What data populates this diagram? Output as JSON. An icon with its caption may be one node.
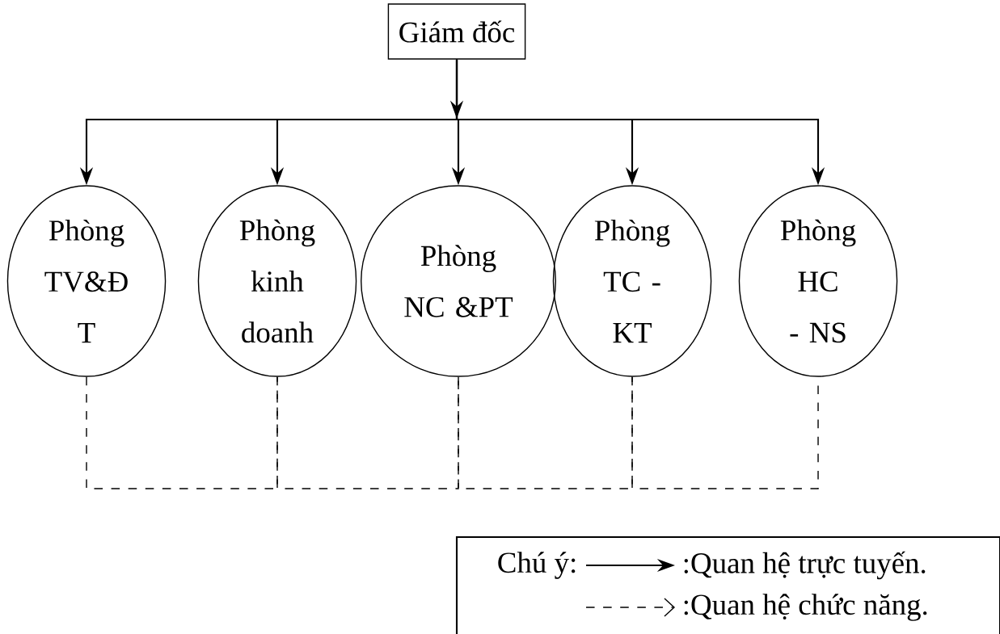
{
  "diagram": {
    "nodes": [
      {
        "text": [
          "Giám đốc"
        ]
      },
      {
        "text": [
          "Phòng TV&Đ T"
        ]
      },
      {
        "text": [
          "Phòng kinh doanh"
        ]
      },
      {
        "text": [
          "Phòng NC &PT"
        ]
      },
      {
        "text": [
          "Phòng TC - KT"
        ]
      },
      {
        "text": [
          "Phòng HC - NS"
        ]
      }
    ],
    "edges": [
      {
        "from": 0,
        "to": 1,
        "arrow": "to"
      },
      {
        "from": 0,
        "to": 2,
        "arrow": "to"
      },
      {
        "from": 0,
        "to": 3,
        "arrow": "to"
      },
      {
        "from": 0,
        "to": 4,
        "arrow": "to"
      },
      {
        "from": 0,
        "to": 5,
        "arrow": "to"
      },
      {
        "from": 1,
        "to": 2,
        "arrow": "none",
        "style": "dashed"
      },
      {
        "from": 2,
        "to": 3,
        "arrow": "none",
        "style": "dashed"
      },
      {
        "from": 3,
        "to": 4,
        "arrow": "none",
        "style": "dashed"
      },
      {
        "from": 4,
        "to": 5,
        "arrow": "none",
        "style": "dashed"
      }
    ],
    "labels": [
      "Chú ý:"
    ],
    "legend": [
      {
        "text": ":Quan hệ trực tuyến."
      },
      {
        "text": ":Quan hệ chức năng."
      }
    ]
  }
}
